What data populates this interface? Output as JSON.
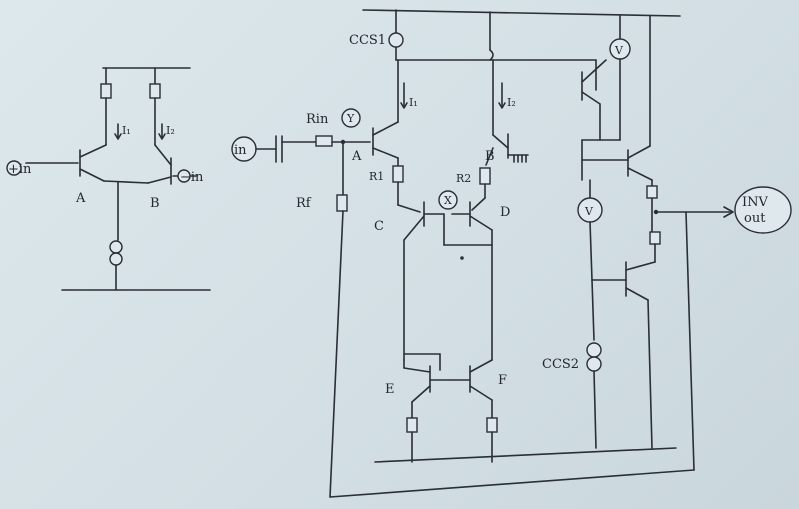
{
  "labels": {
    "left_in_plus": "+in",
    "left_in_minus": "−in",
    "left_node_a": "A",
    "left_node_b": "B",
    "left_i1": "I₁",
    "left_i2": "I₂",
    "in": "in",
    "rin": "Rin",
    "node_y": "Y",
    "node_a": "A",
    "rf": "Rf",
    "ccs1": "CCS1",
    "i1": "I₁",
    "i2": "I₂",
    "node_b": "B",
    "r1": "R1",
    "r2": "R2",
    "node_x": "X",
    "node_c": "C",
    "node_d": "D",
    "node_e": "E",
    "node_f": "F",
    "v_top": "V",
    "v_mid": "V",
    "ccs2": "CCS2",
    "out_line1": "INV",
    "out_line2": "out"
  },
  "colors": {
    "ink": "#2a2e35",
    "paper": "#d6e2e7"
  }
}
